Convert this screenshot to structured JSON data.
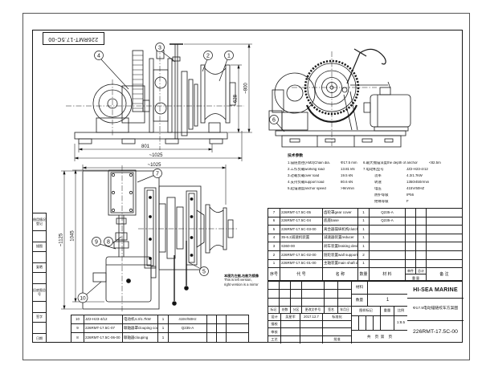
{
  "sheet": {
    "corner_id": "226RMT-17.5C-00",
    "left_strip": [
      "借用情况登记",
      "描图",
      "复晒",
      "旧底图总号",
      "签字",
      "日期"
    ]
  },
  "note_box": {
    "cn": "本图为左舷,右舷为镜像",
    "en1": "This is left version,",
    "en2": "right version is a mirror"
  },
  "specs": {
    "title": "技术参数",
    "left": [
      {
        "label": "1.锚链直径(AM2)Chain dia.",
        "value": "Φ17.5 mm"
      },
      {
        "label": "2.工作负载working load",
        "value": "13.81 kN"
      },
      {
        "label": "3.过载负载over load",
        "value": "19.5 kN"
      },
      {
        "label": "4.支持负载support load",
        "value": "80.6 kN"
      },
      {
        "label": "5.起锚速度anchor speed",
        "value": ">9m/min"
      }
    ],
    "right": [
      {
        "label": "6.最大抛锚深度the depth of anchor",
        "value": "<82.5m"
      },
      {
        "label": "7.电动机型号",
        "value": "JZ2-H23-4/12"
      },
      {
        "label": "功率",
        "value": "4.3/1.7kW"
      },
      {
        "label": "转速",
        "value": "1350/450r/min"
      },
      {
        "label": "电压",
        "value": "415V/50HZ"
      },
      {
        "label": "防护等级",
        "value": "IP56"
      },
      {
        "label": "绝缘等级",
        "value": "F"
      }
    ]
  },
  "parts": {
    "headers": {
      "idx": "序号",
      "code": "代 号",
      "name": "名 称",
      "qty": "数量",
      "material": "材 料",
      "unit": "单件",
      "total": "总计",
      "weight": "重 量",
      "remark": "备 注"
    },
    "rows": [
      {
        "idx": "7",
        "code": "226RMT-17.5C-05",
        "name": "齿轮罩gear cover",
        "qty": "1",
        "material": "Q235-A",
        "remark": ""
      },
      {
        "idx": "6",
        "code": "226RMT-17.5C-04",
        "name": "底座base",
        "qty": "1",
        "material": "Q235-A",
        "remark": ""
      },
      {
        "idx": "5",
        "code": "226RMT-17.5C-03-00",
        "name": "离合器操纵机构clutch",
        "qty": "1",
        "material": "",
        "remark": ""
      },
      {
        "idx": "4",
        "code": "35-6.2减速机装置",
        "name": "减速器装置reducer",
        "qty": "1",
        "material": "",
        "remark": ""
      },
      {
        "idx": "3",
        "code": "S360-00",
        "name": "刹车装置braking device",
        "qty": "1",
        "material": "",
        "remark": ""
      },
      {
        "idx": "2",
        "code": "226RMT-17.5C-02-00",
        "name": "链轮装置wall support",
        "qty": "2",
        "material": "",
        "remark": ""
      },
      {
        "idx": "1",
        "code": "226RMT-17.5C-01-00",
        "name": "主轴装置main shaft device",
        "qty": "1",
        "material": "",
        "remark": ""
      }
    ]
  },
  "parts2": {
    "rows": [
      {
        "idx": "10",
        "code": "JZ2-H23-4/12",
        "name": "电动机4.3/1.7kW",
        "qty": "1",
        "material": "415V/50Hz"
      },
      {
        "idx": "9",
        "code": "226RMT-17.5C-07",
        "name": "联轴器罩clouping cover",
        "qty": "1",
        "material": "Q235-A"
      },
      {
        "idx": "8",
        "code": "226RMT-17.5C-06-00",
        "name": "联轴器clouping",
        "qty": "1",
        "material": ""
      }
    ]
  },
  "title_block": {
    "material_label": "材料",
    "material_value": "",
    "qty_label": "数量",
    "qty_value": "1",
    "company": "HI-SEA MARINE",
    "title": "Φ17.5电动锚链绞车方案图",
    "drawing_no": "226RMT-17.5C-00",
    "rev_headers": [
      "标记",
      "处数",
      "分区",
      "更改文件号",
      "签名",
      "年月日"
    ],
    "sign_rows": [
      {
        "label": "设计",
        "name": "吴星军",
        "date": "2017.12.7",
        "right": "标准化"
      },
      {
        "label": "描校",
        "name": "",
        "date": "",
        "right": ""
      },
      {
        "label": "审核",
        "name": "",
        "date": "",
        "right": ""
      },
      {
        "label": "工艺",
        "name": "",
        "date": "",
        "right": "批准"
      }
    ],
    "stamp_labels": [
      "图样标记",
      "重量",
      "比例"
    ],
    "scale_value": "1:8.5",
    "pages": "共    页  第    页"
  },
  "views": {
    "front": {
      "balloons": [
        "4",
        "3",
        "2",
        "1"
      ],
      "dim_801": "801",
      "dim_1025": "~1025",
      "dim_628": "628",
      "dim_800": "~800"
    },
    "side": {
      "balloon": "6"
    },
    "plan": {
      "balloons": [
        "7",
        "9",
        "8",
        "5",
        "10"
      ],
      "dim_1025": "~1025",
      "dim_1125": "~1125",
      "dim_1045": "1045"
    }
  }
}
